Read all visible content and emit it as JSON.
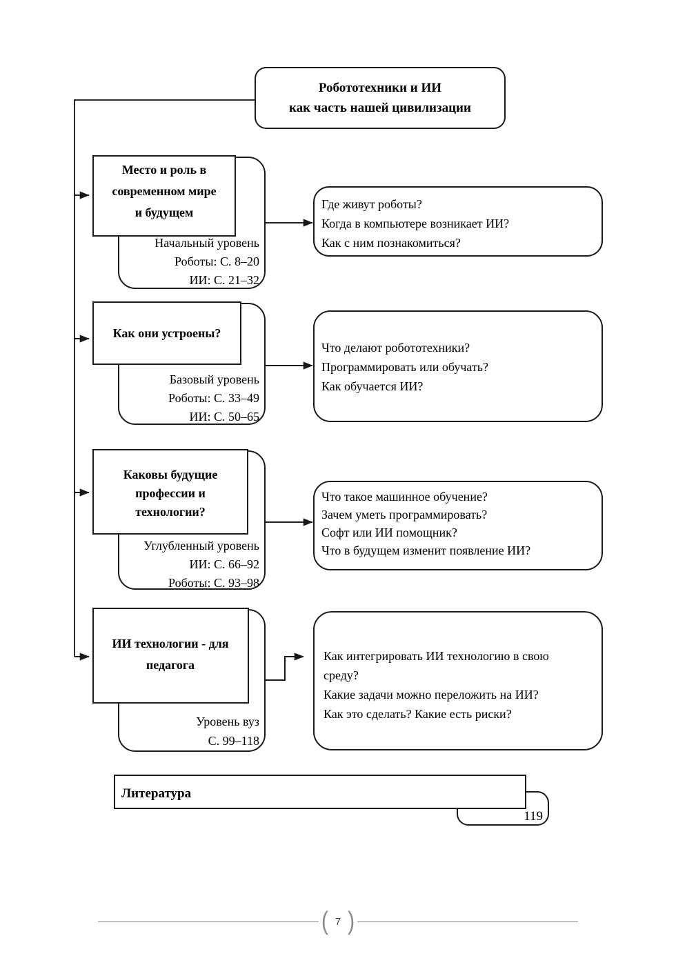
{
  "page": {
    "folio": "7",
    "folio_left_paren": "(",
    "folio_right_paren": ")"
  },
  "diagram": {
    "title": {
      "line1": "Робототехники и ИИ",
      "line2": "как часть нашей цивилизации"
    },
    "rows": [
      {
        "heading": [
          "Место и роль в",
          "современном мире",
          "и будущем"
        ],
        "level": [
          "Начальный уровень",
          "Роботы: С. 8–20",
          "ИИ: С. 21–32"
        ],
        "questions": [
          "Где живут роботы?",
          "Когда в компьютере возникает ИИ?",
          "Как с ним познакомиться?"
        ]
      },
      {
        "heading": [
          "Как они устроены?"
        ],
        "level": [
          "Базовый уровень",
          "Роботы: С. 33–49",
          "ИИ: С. 50–65"
        ],
        "questions": [
          "Что делают робототехники?",
          "Программировать или обучать?",
          "Как обучается ИИ?"
        ]
      },
      {
        "heading": [
          "Каковы будущие",
          "профессии и",
          "технологии?"
        ],
        "level": [
          "Углубленный уровень",
          "ИИ: С. 66–92",
          "Роботы: С. 93–98"
        ],
        "questions": [
          "Что такое машинное обучение?",
          "Зачем уметь программировать?",
          "Софт или ИИ помощник?",
          "Что в будущем изменит появление ИИ?"
        ]
      },
      {
        "heading": [
          "ИИ технологии - для",
          "педагога"
        ],
        "level": [
          "Уровень  вуз",
          "С. 99–118"
        ],
        "questions": [
          "Как интегрировать ИИ технологию в свою",
          "среду?",
          "Какие задачи можно переложить на ИИ?",
          "Как это сделать? Какие есть риски?"
        ]
      }
    ],
    "footer_block": {
      "label": "Литература",
      "page_ref": "119"
    }
  }
}
